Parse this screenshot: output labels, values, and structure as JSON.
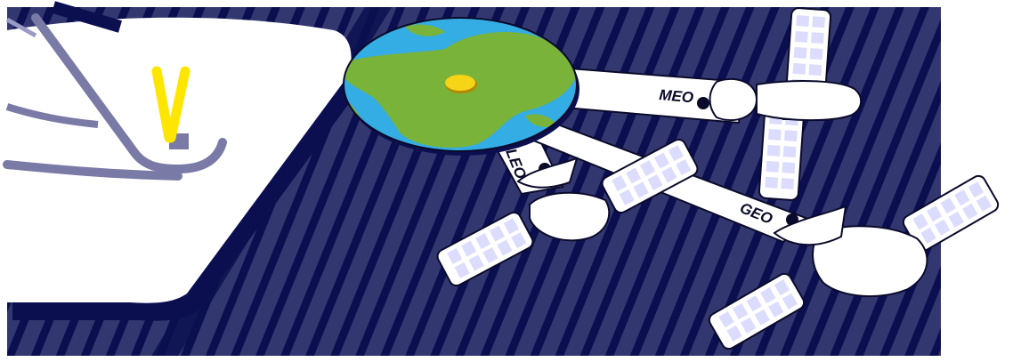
{
  "orbits": {
    "leo_label": "LEO",
    "meo_label": "MEO",
    "geo_label": "GEO"
  },
  "icons": {
    "earth": "earth-globe-icon",
    "location": "location-marker-icon",
    "check": "checkmark-icon",
    "satellite": "satellite-icon"
  },
  "colors": {
    "background": "#333770",
    "stripe": "#0b0f4f",
    "ocean": "#34ace4",
    "land": "#7ab33a",
    "marker": "#f6d417",
    "checkmark": "#ffe600",
    "panel_cell": "#dcdcff",
    "outline": "#0a0a2a",
    "shadow": "#7a7aa6"
  }
}
